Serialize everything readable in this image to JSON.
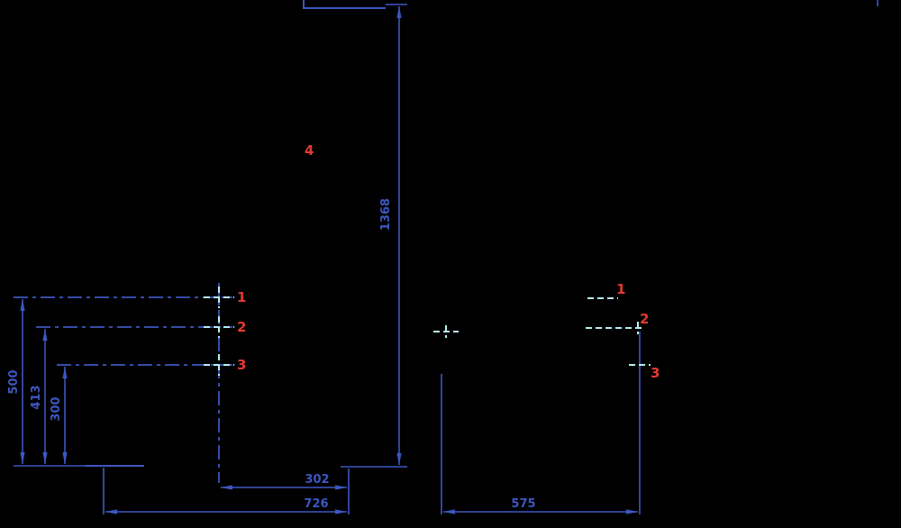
{
  "drawing": {
    "dimensions": {
      "total_height": "1368",
      "hole1_height": "500",
      "hole2_height": "413",
      "hole3_height": "300",
      "offset_width": "302",
      "base_width": "726",
      "side_depth": "575"
    },
    "labels": {
      "left_hole1": "1",
      "left_hole2": "2",
      "left_hole3": "3",
      "left_part4": "4",
      "right_hole1": "1",
      "right_hole2": "2",
      "right_hole3": "3"
    },
    "colors": {
      "background": "#000000",
      "line_blue": "#3d57c1",
      "label_red": "#e23b31",
      "centerline_cyan": "#b9eef4"
    }
  }
}
